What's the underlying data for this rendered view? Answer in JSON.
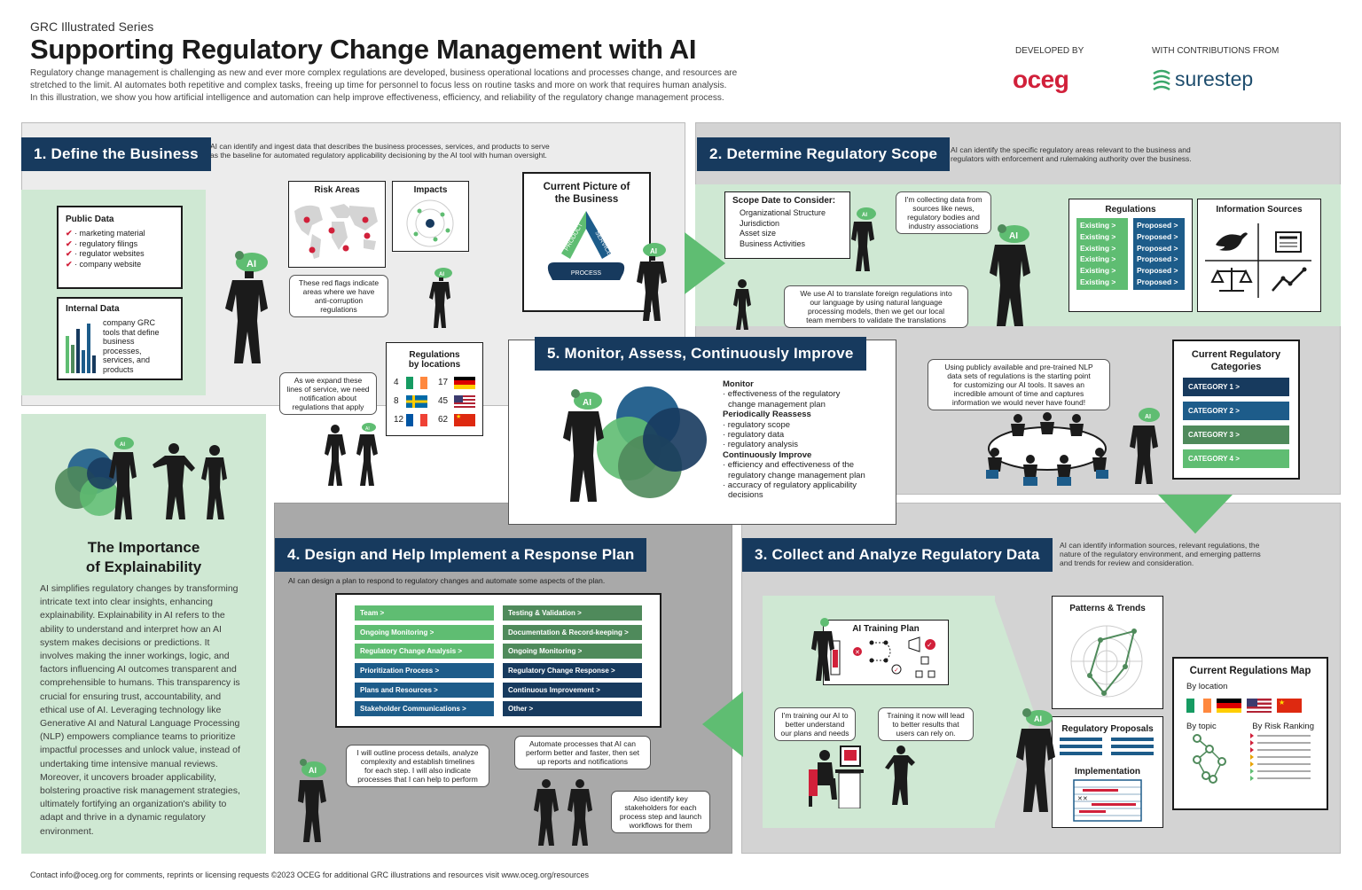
{
  "header": {
    "series": "GRC Illustrated Series",
    "title": "Supporting Regulatory Change Management with AI",
    "intro": [
      "Regulatory change management is challenging as new and ever more complex regulations are developed, business operational locations and processes change, and resources are",
      "stretched to the limit. AI automates both repetitive and complex tasks, freeing up time for personnel to focus less on routine tasks and more on work that requires human analysis.",
      "In this illustration, we show you how artificial intelligence and automation can help improve effectiveness, efficiency, and reliability of the regulatory change management process."
    ],
    "developed_by": "DEVELOPED BY",
    "contrib": "WITH CONTRIBUTIONS FROM",
    "logo1": "oceg",
    "logo2": "surestep"
  },
  "s1": {
    "title": "1. Define the Business",
    "desc": [
      "AI can identify and ingest data that describes the business processes, services, and products to serve",
      "as the baseline for automated regulatory applicability decisioning by the AI tool with human oversight."
    ],
    "public_title": "Public Data",
    "public_items": [
      "· marketing material",
      "· regulatory filings",
      "· regulator websites",
      "· company website"
    ],
    "internal_title": "Internal Data",
    "internal_text": [
      "company GRC",
      "tools that define",
      "business",
      "processes,",
      "services, and",
      "products"
    ],
    "risk": "Risk Areas",
    "impacts": "Impacts",
    "picture": [
      "Current Picture of",
      "the Business"
    ],
    "tri": [
      "PRODUCT",
      "SERVICE",
      "PROCESS"
    ],
    "bubble_flags": [
      "These red flags indicate",
      "areas where we have",
      "anti-corruption",
      "regulations"
    ],
    "bubble_expand": [
      "As we expand these",
      "lines of service, we need",
      "notification about",
      "regulations that apply"
    ],
    "reg_loc_title": [
      "Regulations",
      "by locations"
    ],
    "reg_loc": [
      [
        "4",
        "17"
      ],
      [
        "8",
        "45"
      ],
      [
        "12",
        "62"
      ]
    ],
    "ai": "AI"
  },
  "s2": {
    "title": "2. Determine Regulatory Scope",
    "desc": [
      "AI can identify the specific regulatory areas relevant to the business and",
      "regulators with enforcement and rulemaking authority over the business."
    ],
    "scope_title": "Scope Date to Consider:",
    "scope_items": [
      "Organizational Structure",
      "Jurisdiction",
      "Asset size",
      "Business Activities"
    ],
    "bubble_collect": [
      "I'm collecting data from",
      "sources like news,",
      "regulatory bodies and",
      "industry associations"
    ],
    "bubble_translate": [
      "We use AI to translate foreign regulations into",
      "our language by using natural language",
      "processing models, then we get our local",
      "team members to validate the translations"
    ],
    "regs_title": "Regulations",
    "existing": "Existing >",
    "proposed": "Proposed >",
    "info_title": "Information Sources",
    "bubble_nlp": [
      "Using publicly available and pre-trained NLP",
      "data sets of regulations is the starting point",
      "for customizing our AI tools. It saves an",
      "incredible amount of time and captures",
      "information we would never have found!"
    ],
    "cat_title": [
      "Current Regulatory",
      "Categories"
    ],
    "categories": [
      "CATEGORY 1 >",
      "CATEGORY 2 >",
      "CATEGORY 3 >",
      "CATEGORY 4 >"
    ]
  },
  "s5": {
    "title": "5. Monitor, Assess, Continuously Improve",
    "monitor": "Monitor",
    "monitor_items": [
      "· effectiveness of the regulatory",
      "  change management plan"
    ],
    "reassess": "Periodically Reassess",
    "reassess_items": [
      "· regulatory scope",
      "· regulatory data",
      "· regulatory analysis"
    ],
    "improve": "Continuously Improve",
    "improve_items": [
      "· efficiency and effectiveness of the",
      "  regulatory change management plan",
      "· accuracy of regulatory applicability",
      "  decisions"
    ]
  },
  "explain": {
    "title": [
      "The Importance",
      "of Explainability"
    ],
    "body": [
      "AI simplifies regulatory changes by transforming",
      "intricate text into clear insights, enhancing",
      "explainability. Explainability in AI refers to the",
      "ability to understand and interpret how an AI",
      "system makes decisions or predictions. It",
      "involves making the inner workings, logic, and",
      "factors influencing AI outcomes transparent and",
      "comprehensible to humans. This transparency is",
      "crucial for ensuring trust, accountability, and",
      "ethical use of AI. Leveraging technology like",
      "Generative AI and Natural Language Processing",
      "(NLP) empowers compliance teams to prioritize",
      "impactful processes and unlock value, instead of",
      "undertaking time intensive manual reviews.",
      "Moreover, it uncovers broader applicability,",
      "bolstering proactive risk management strategies,",
      "ultimately fortifying an organization's ability to",
      "adapt and thrive in a dynamic regulatory",
      "environment."
    ]
  },
  "s4": {
    "title": "4. Design and Help Implement a Response Plan",
    "desc": "AI can design a plan to respond to regulatory changes and automate some aspects of the plan.",
    "left": [
      [
        "Team >",
        "g1"
      ],
      [
        "Ongoing Monitoring >",
        "g1"
      ],
      [
        "Regulatory Change Analysis >",
        "g1"
      ],
      [
        "Prioritization Process >",
        "b1"
      ],
      [
        "Plans and Resources >",
        "b1"
      ],
      [
        "Stakeholder Communications >",
        "b1"
      ]
    ],
    "right": [
      [
        "Testing & Validation >",
        "g2"
      ],
      [
        "Documentation & Record-keeping >",
        "g2"
      ],
      [
        "Ongoing Monitoring >",
        "g2"
      ],
      [
        "Regulatory Change Response >",
        "b2"
      ],
      [
        "Continuous Improvement >",
        "b2"
      ],
      [
        "Other >",
        "b2"
      ]
    ],
    "bubble_outline": [
      "I will outline process details, analyze",
      "complexity and establish timelines",
      "for each step. I will also indicate",
      "processes that I can help to perform"
    ],
    "bubble_automate": [
      "Automate processes that AI can",
      "perform better and faster, then set",
      "up reports and notifications"
    ],
    "bubble_identify": [
      "Also identify key",
      "stakeholders for each",
      "process step and launch",
      "workflows for them"
    ]
  },
  "s3": {
    "title": "3. Collect and Analyze Regulatory Data",
    "desc": [
      "AI can identify information sources, relevant regulations, the",
      "nature of the regulatory environment, and emerging patterns",
      "and trends for review and consideration."
    ],
    "training": "AI Training Plan",
    "bubble_train": [
      "I'm training our AI to",
      "better understand",
      "our plans and needs"
    ],
    "bubble_now": [
      "Training it now will lead",
      "to better results that",
      "users can rely on."
    ],
    "patterns": "Patterns & Trends",
    "proposals": "Regulatory Proposals",
    "implementation": "Implementation",
    "map_title": "Current Regulations Map",
    "by_location": "By location",
    "by_topic": "By topic",
    "by_risk": "By Risk Ranking"
  },
  "footer": "Contact info@oceg.org for comments, reprints or licensing requests ©2023 OCEG for additional GRC illustrations and resources visit www.oceg.org/resources",
  "colors": {
    "navy": "#173a5e",
    "green": "#5fbd72",
    "darkgreen": "#4f8a5b",
    "blue": "#1d5c8a",
    "mint": "#cfe8d3",
    "red": "#d1203a"
  }
}
